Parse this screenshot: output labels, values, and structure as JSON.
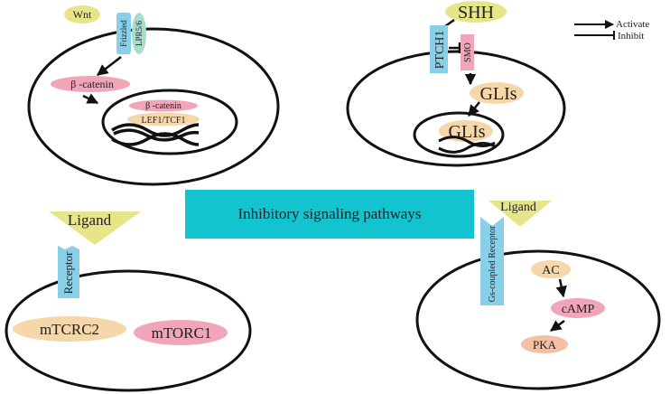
{
  "center": {
    "title": "Inhibitory signaling pathways"
  },
  "legend": {
    "activate": "Activate",
    "inhibit": "Inhibit"
  },
  "wnt": {
    "ligand": "Wnt",
    "receptor1": "Frizzled",
    "receptor2": "LPR5/6",
    "cyto": "β -catenin",
    "nuc1": "β -catenin",
    "nuc2": "LEF1/TCF1"
  },
  "shh": {
    "ligand": "SHH",
    "receptor": "PTCH1",
    "smo": "SMO",
    "cyto": "GLIs",
    "nuc": "GLIs"
  },
  "mtor": {
    "ligand": "Ligand",
    "receptor": "Receptor",
    "c2": "mTCRC2",
    "c1": "mTORC1"
  },
  "gs": {
    "ligand": "Ligand",
    "receptor": "Gs-coupled Receptor",
    "ac": "AC",
    "camp": "cAMP",
    "pka": "PKA"
  },
  "colors": {
    "yellow": "#e6e58a",
    "blue": "#89cfe8",
    "teal": "#12c4d0",
    "pink": "#f0a6b8",
    "peach": "#f6d7a9",
    "salmon": "#f3c0a6",
    "green": "#a8dccb"
  }
}
